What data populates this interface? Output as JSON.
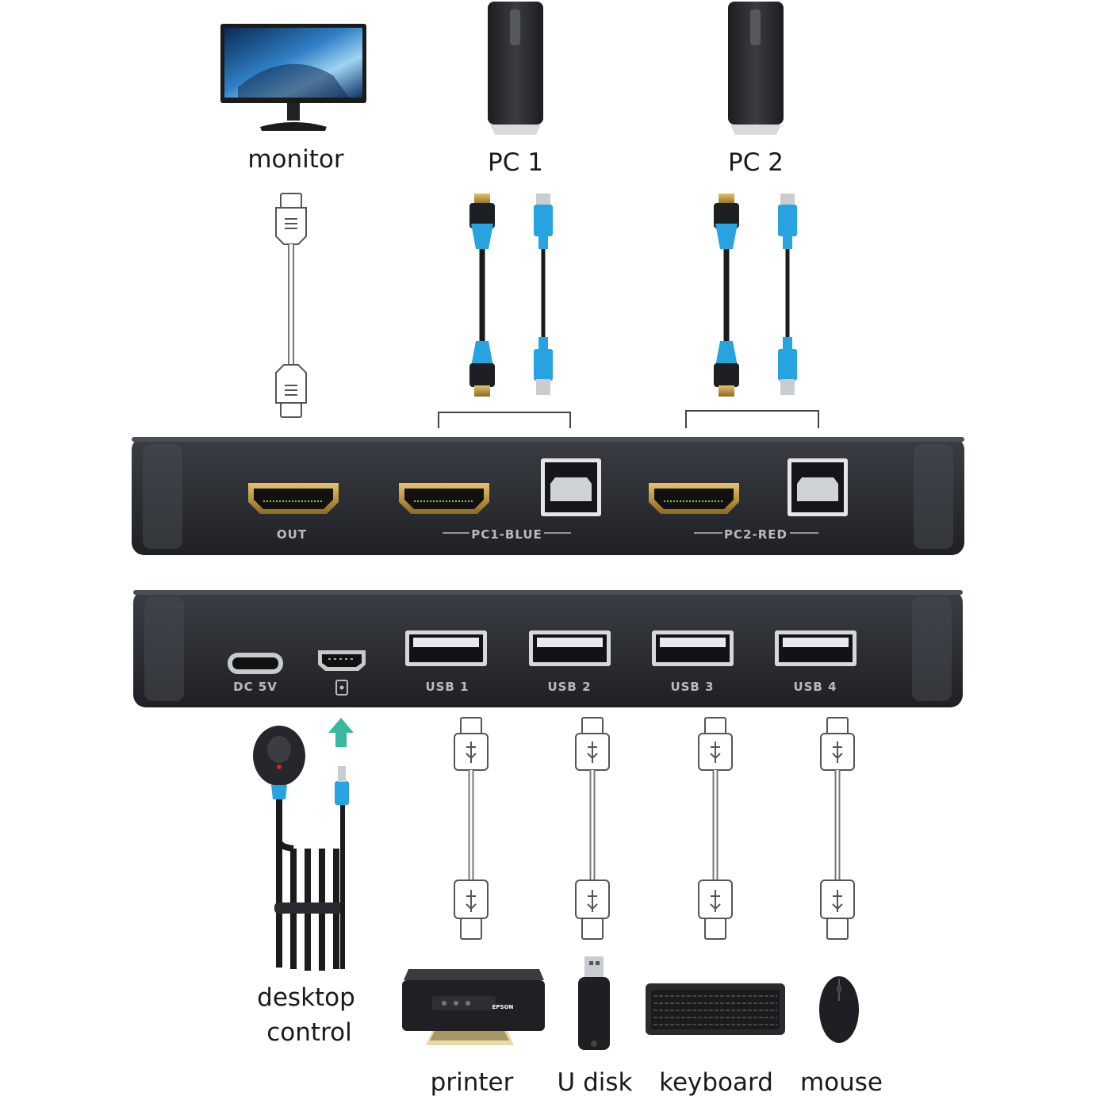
{
  "labels": {
    "monitor": "monitor",
    "pc1": "PC 1",
    "pc2": "PC 2",
    "desktop_line1": "desktop",
    "desktop_line2": "control",
    "printer": "printer",
    "udisk": "U disk",
    "keyboard": "keyboard",
    "mouse": "mouse"
  },
  "front_panel": {
    "out": "OUT",
    "pc1": "PC1-BLUE",
    "pc2": "PC2-RED"
  },
  "rear_panel": {
    "dc": "DC 5V",
    "usb1": "USB 1",
    "usb2": "USB 2",
    "usb3": "USB 3",
    "usb4": "USB 4"
  },
  "device_brand": {
    "printer": "EPSON"
  },
  "colors": {
    "cable_accent": "#27a3e0",
    "device_body": "#2b2e33",
    "hdmi_gold": "#c8a24a",
    "label_text": "#1a1a1a"
  }
}
